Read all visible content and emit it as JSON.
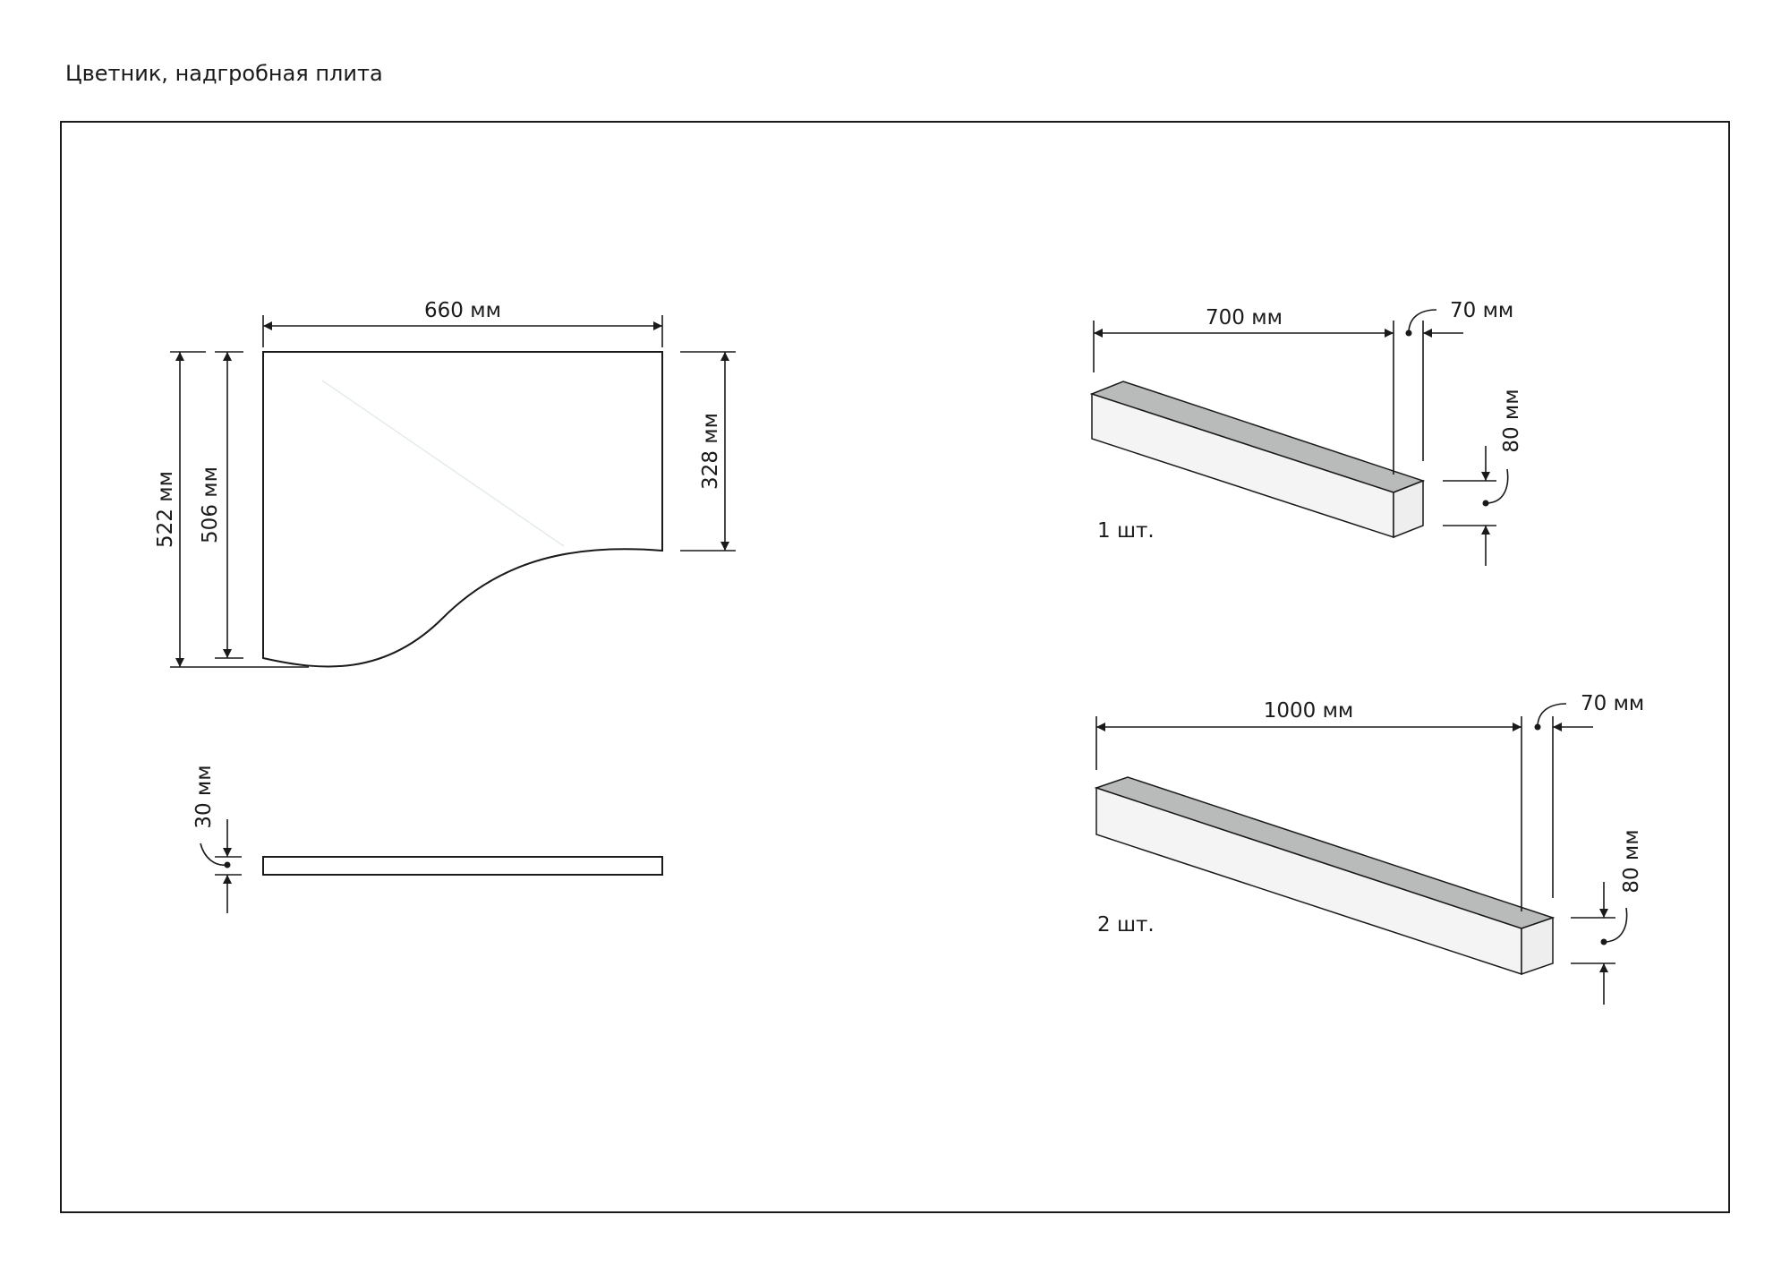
{
  "title": "Цветник, надгробная плита",
  "slab": {
    "width": "660 мм",
    "height_total": "522 мм",
    "height_left": "506 мм",
    "height_right": "328 мм",
    "thickness": "30 мм"
  },
  "bar_short": {
    "length": "700 мм",
    "width": "70 мм",
    "height": "80 мм",
    "quantity": "1 шт."
  },
  "bar_long": {
    "length": "1000 мм",
    "width": "70 мм",
    "height": "80 мм",
    "quantity": "2 шт."
  },
  "colors": {
    "line": "#1a1a1a",
    "bar_top": "#b9bbba",
    "bar_face": "#f4f4f4"
  }
}
